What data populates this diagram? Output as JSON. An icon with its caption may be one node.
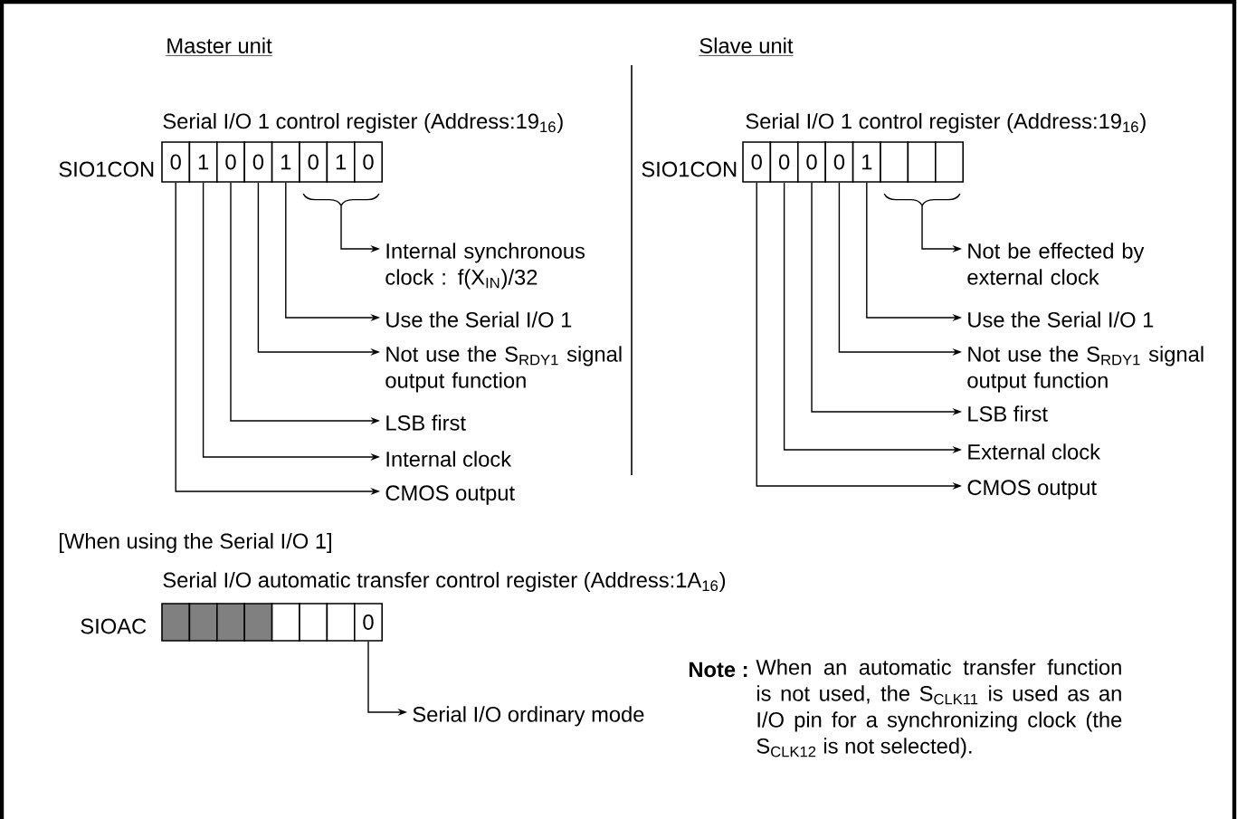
{
  "diagram": {
    "nodes": [
      {
        "text": [
          "0"
        ]
      },
      {
        "text": [
          "1"
        ]
      },
      {
        "text": [
          "0"
        ]
      },
      {
        "text": [
          "0"
        ]
      },
      {
        "text": [
          "1"
        ]
      },
      {
        "text": [
          "0"
        ]
      },
      {
        "text": [
          "1"
        ]
      },
      {
        "text": [
          "0"
        ]
      },
      {
        "text": [],
        "shape": "brace"
      },
      {
        "text": [
          "Internal synchronous clock : f(X$_{IN}$)/32"
        ]
      },
      {
        "text": [
          "Use the Serial I/O 1"
        ]
      },
      {
        "text": [
          "Not use the S$_{RDY1}$ signal output function"
        ]
      },
      {
        "text": [
          "LSB first"
        ]
      },
      {
        "text": [
          "Internal clock"
        ]
      },
      {
        "text": [
          "CMOS output"
        ]
      },
      {
        "text": [
          "0"
        ]
      },
      {
        "text": [
          "0"
        ]
      },
      {
        "text": [
          "0"
        ]
      },
      {
        "text": [
          "0"
        ]
      },
      {
        "text": [
          "1"
        ]
      },
      {
        "text": [],
        "shape": "box"
      },
      {
        "text": [],
        "shape": "box"
      },
      {
        "text": [],
        "shape": "box"
      },
      {
        "text": [],
        "shape": "brace"
      },
      {
        "text": [
          "Not be effected by external clock"
        ]
      },
      {
        "text": [
          "Use the Serial I/O 1"
        ]
      },
      {
        "text": [
          "Not use the S$_{RDY1}$ signal output function"
        ]
      },
      {
        "text": [
          "LSB first"
        ]
      },
      {
        "text": [
          "External clock"
        ]
      },
      {
        "text": [
          "CMOS output"
        ]
      },
      {
        "text": [],
        "shape": "shaded"
      },
      {
        "text": [],
        "shape": "shaded"
      },
      {
        "text": [],
        "shape": "shaded"
      },
      {
        "text": [],
        "shape": "shaded"
      },
      {
        "text": [],
        "shape": "box"
      },
      {
        "text": [],
        "shape": "box"
      },
      {
        "text": [],
        "shape": "box"
      },
      {
        "text": [
          "0"
        ]
      },
      {
        "text": [
          "Serial I/O ordinary mode"
        ]
      }
    ],
    "edges": [
      {
        "from": 8,
        "to": 9,
        "arrow": "to"
      },
      {
        "from": 4,
        "to": 10,
        "arrow": "to"
      },
      {
        "from": 3,
        "to": 11,
        "arrow": "to"
      },
      {
        "from": 2,
        "to": 12,
        "arrow": "to"
      },
      {
        "from": 1,
        "to": 13,
        "arrow": "to"
      },
      {
        "from": 0,
        "to": 14,
        "arrow": "to"
      },
      {
        "from": 23,
        "to": 24,
        "arrow": "to"
      },
      {
        "from": 19,
        "to": 25,
        "arrow": "to"
      },
      {
        "from": 18,
        "to": 26,
        "arrow": "to"
      },
      {
        "from": 17,
        "to": 27,
        "arrow": "to"
      },
      {
        "from": 16,
        "to": 28,
        "arrow": "to"
      },
      {
        "from": 15,
        "to": 29,
        "arrow": "to"
      },
      {
        "from": 37,
        "to": 38,
        "arrow": "to"
      }
    ],
    "labels": [
      "Master unit",
      "Serial I/O 1 control register (Address:19$_{16}$)",
      "SIO1CON",
      "Slave unit",
      "Serial I/O 1 control register (Address:19$_{16}$)",
      "SIO1CON",
      "[When using the Serial I/O 1]",
      "Serial I/O automatic transfer control register (Address:1A$_{16}$)",
      "SIOAC",
      "Note :",
      "When an automatic transfer function is not used, the S$_{CLK11}$ is used as an I/O pin for a synchronizing clock (the S$_{CLK12}$ is not selected)."
    ]
  }
}
